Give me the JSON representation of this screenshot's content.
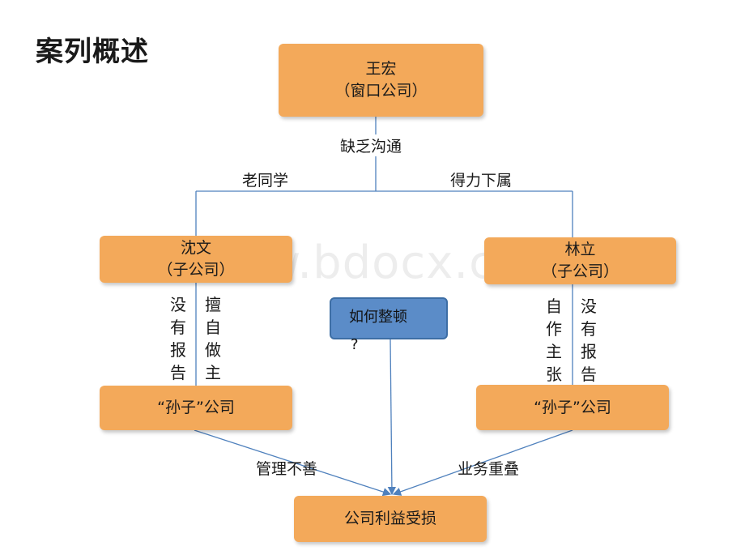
{
  "title": "案列概述",
  "watermark": "www.bdocx.com",
  "nodes": {
    "wanghong": {
      "name": "王宏",
      "sub": "（窗口公司）"
    },
    "shenwen": {
      "name": "沈文",
      "sub": "（子公司）"
    },
    "linli": {
      "name": "林立",
      "sub": "（子公司）"
    },
    "left_grandchild": {
      "name": "“孙子”公司"
    },
    "right_grandchild": {
      "name": "“孙子”公司"
    },
    "loss": {
      "name": "公司利益受损"
    },
    "question": {
      "text": "如何整顿",
      "mark": "?"
    }
  },
  "labels": {
    "lack_comm": "缺乏沟通",
    "old_classmate": "老同学",
    "capable_sub": "得力下属",
    "left_no_report": "没有报告",
    "left_self": "擅自做主",
    "right_self": "自作主张",
    "right_no_report": "没有报告",
    "poor_mgmt": "管理不善",
    "overlap": "业务重叠"
  },
  "colors": {
    "box": "#f3a95a",
    "blue": "#5b8cc8",
    "line": "#4f81bd"
  }
}
